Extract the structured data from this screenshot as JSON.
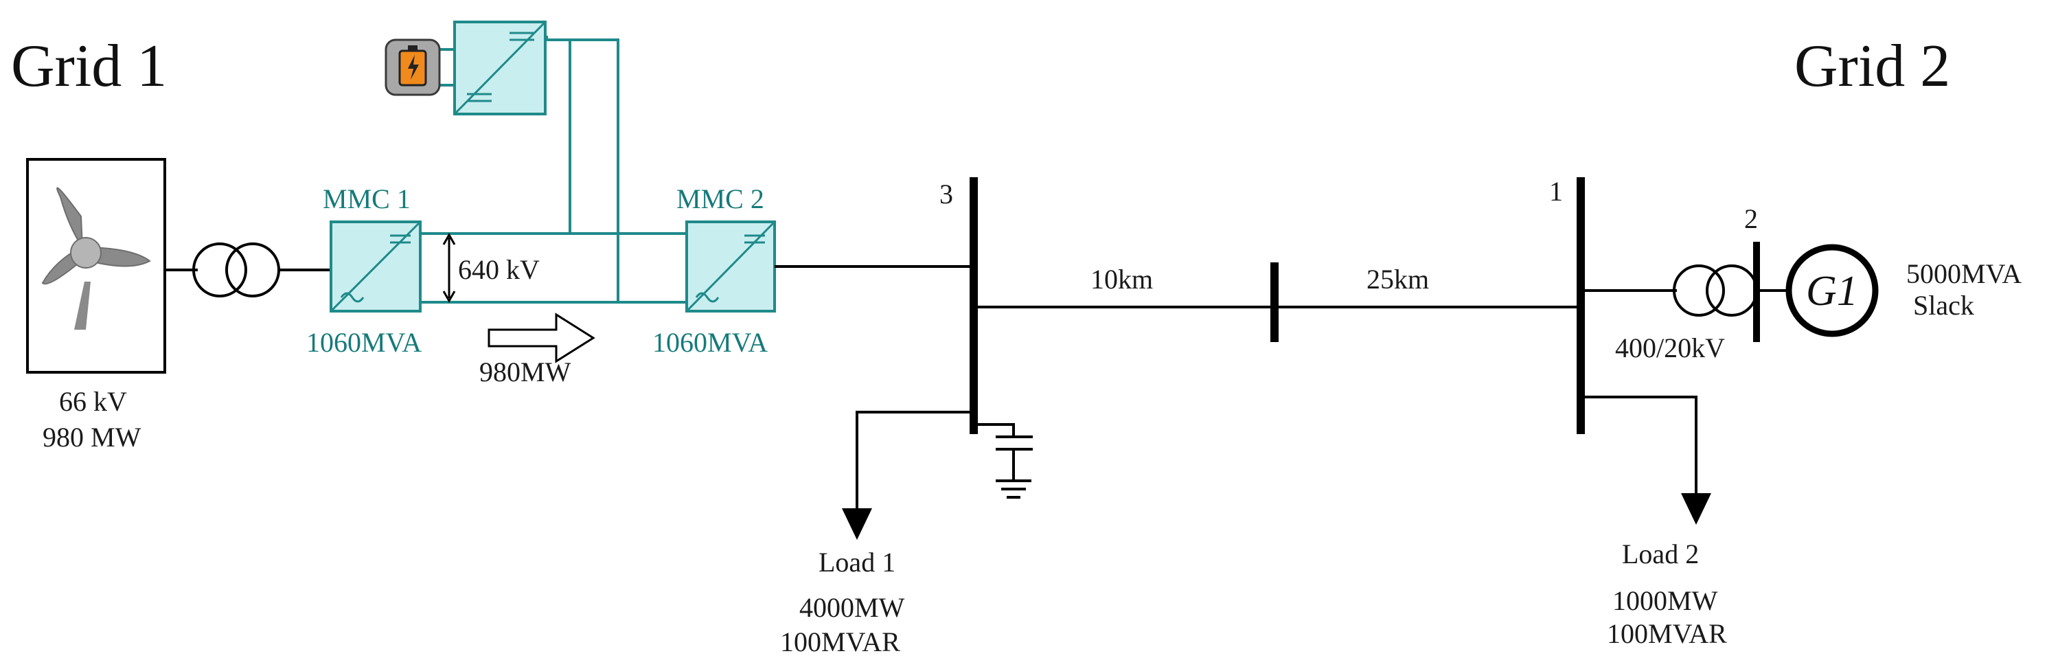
{
  "grids": {
    "left": "Grid 1",
    "right": "Grid 2"
  },
  "wind_farm": {
    "voltage": "66 kV",
    "power": "980 MW"
  },
  "mmc1": {
    "name": "MMC 1",
    "rating": "1060MVA"
  },
  "mmc2": {
    "name": "MMC 2",
    "rating": "1060MVA"
  },
  "dc_link": {
    "voltage": "640 kV",
    "power_flow": "980MW"
  },
  "buses": {
    "bus3": "3",
    "bus1": "1",
    "bus2": "2"
  },
  "lines": {
    "line_a": "10km",
    "line_b": "25km"
  },
  "load1": {
    "name": "Load 1",
    "p": "4000MW",
    "q": "100MVAR"
  },
  "load2": {
    "name": "Load 2",
    "p": "1000MW",
    "q": "100MVAR"
  },
  "transformer_grid2": {
    "ratio": "400/20kV"
  },
  "generator": {
    "name": "G1",
    "rating": "5000MVA",
    "type": "Slack"
  },
  "colors": {
    "converter_fill": "#c9eef0",
    "converter_stroke": "#1f8a8a",
    "battery": "#f08a1c"
  },
  "icons": [
    "wind-turbine-icon",
    "transformer-icon",
    "converter-icon",
    "battery-icon",
    "capacitor-icon",
    "ground-icon",
    "generator-icon",
    "load-arrow-icon",
    "power-flow-arrow-icon"
  ]
}
